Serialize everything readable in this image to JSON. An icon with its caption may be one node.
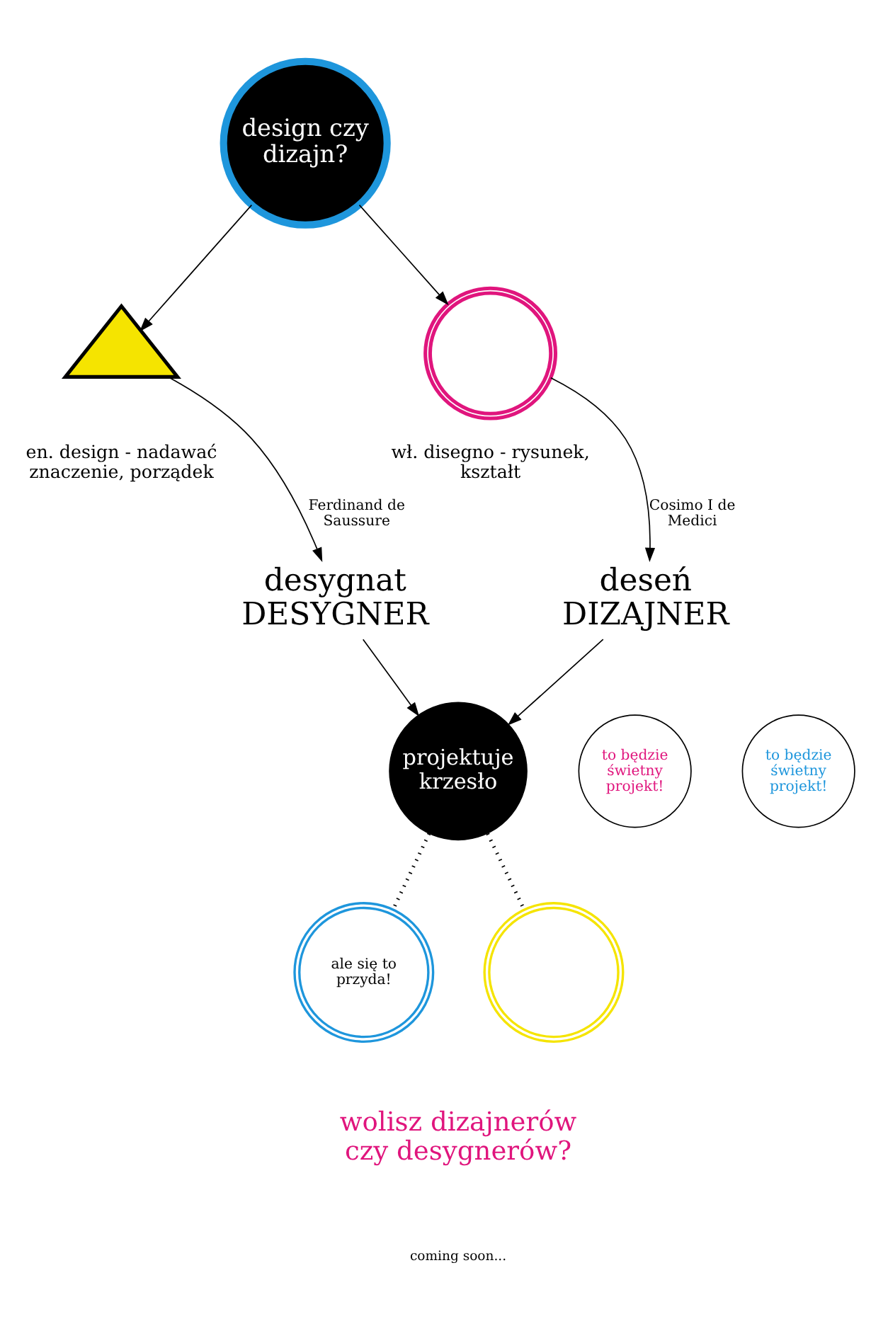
{
  "diagram": {
    "nodes": [
      {
        "text": [
          "design czy dizajn?"
        ]
      },
      {
        "text": [],
        "shape": "picture",
        "beside": [
          "en. design - nadawać znaczenie, porządek"
        ]
      },
      {
        "text": [],
        "shape": "picture",
        "beside": [
          "wł. disegno - rysunek, kształt"
        ]
      },
      {
        "text": [
          "desygnat",
          "DESYGNER"
        ]
      },
      {
        "text": [
          "deseń",
          "DIZAJNER"
        ]
      },
      {
        "text": [
          "projektuje krzesło"
        ]
      },
      {
        "text": [
          "to będzie świetny projekt!"
        ]
      },
      {
        "text": [
          "to będzie świetny projekt!"
        ]
      },
      {
        "text": [
          "ale się to przyda!"
        ]
      },
      {
        "text": [],
        "shape": "circle"
      }
    ],
    "edges": [
      {
        "from": 0,
        "to": 1,
        "arrow": "to"
      },
      {
        "from": 0,
        "to": 2,
        "arrow": "to"
      },
      {
        "from": 1,
        "to": 3,
        "arrow": "to",
        "label": "Ferdinand de Saussure"
      },
      {
        "from": 2,
        "to": 4,
        "arrow": "to",
        "label": "Cosimo I de Medici"
      },
      {
        "from": 3,
        "to": 5,
        "arrow": "to"
      },
      {
        "from": 4,
        "to": 5,
        "arrow": "to"
      },
      {
        "from": 5,
        "to": 8,
        "arrow": "none",
        "style": "dashed"
      },
      {
        "from": 5,
        "to": 9,
        "arrow": "none",
        "style": "dashed"
      }
    ],
    "labels": [
      "wolisz dizajnerów czy desygnerów?",
      "coming soon..."
    ]
  }
}
